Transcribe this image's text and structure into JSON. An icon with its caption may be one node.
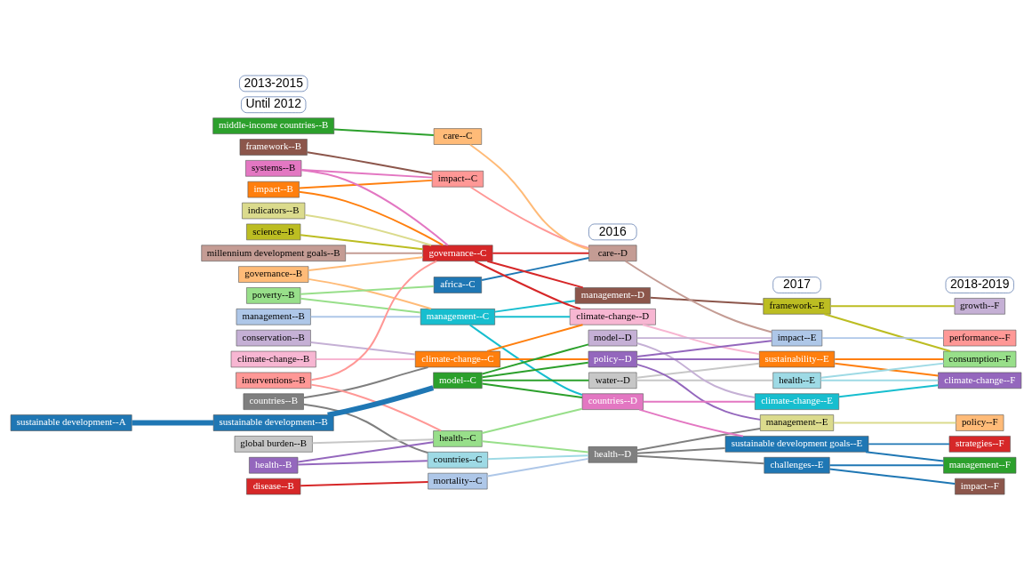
{
  "diagram": {
    "nodes": [
      {
        "text": [
          "sustainable development--A"
        ]
      },
      {
        "text": [
          "conservation--B"
        ]
      },
      {
        "text": [
          "governance--B"
        ]
      },
      {
        "text": [
          "poverty--B"
        ]
      },
      {
        "text": [
          "millennium development goals--B"
        ]
      },
      {
        "text": [
          "management--B"
        ]
      },
      {
        "text": [
          "climate-change--B"
        ]
      },
      {
        "text": [
          "impact--B"
        ]
      },
      {
        "text": [
          "disease--B"
        ]
      },
      {
        "text": [
          "countries--B"
        ]
      },
      {
        "text": [
          "systems--B"
        ]
      },
      {
        "text": [
          "indicators--B"
        ]
      },
      {
        "text": [
          "interventions--B"
        ]
      },
      {
        "text": [
          "framework--B"
        ]
      },
      {
        "text": [
          "science--B"
        ]
      },
      {
        "text": [
          "middle-income countries--B"
        ]
      },
      {
        "text": [
          "health--B"
        ]
      },
      {
        "text": [
          "global burden--B"
        ]
      },
      {
        "text": [
          "sustainable development--B"
        ]
      },
      {
        "text": [
          "management--C"
        ]
      },
      {
        "text": [
          "climate-change--C"
        ]
      },
      {
        "text": [
          "africa--C"
        ]
      },
      {
        "text": [
          "governance--C"
        ]
      },
      {
        "text": [
          "mortality--C"
        ]
      },
      {
        "text": [
          "impact--C"
        ]
      },
      {
        "text": [
          "countries--C"
        ]
      },
      {
        "text": [
          "care--C"
        ]
      },
      {
        "text": [
          "health--C"
        ]
      },
      {
        "text": [
          "model--C"
        ]
      },
      {
        "text": [
          "climate-change--D"
        ]
      },
      {
        "text": [
          "management--D"
        ]
      },
      {
        "text": [
          "care--D"
        ]
      },
      {
        "text": [
          "health--D"
        ]
      },
      {
        "text": [
          "water--D"
        ]
      },
      {
        "text": [
          "model--D"
        ]
      },
      {
        "text": [
          "policy--D"
        ]
      },
      {
        "text": [
          "countries--D"
        ]
      },
      {
        "text": [
          "sustainability--E"
        ]
      },
      {
        "text": [
          "health--E"
        ]
      },
      {
        "text": [
          "framework--E"
        ]
      },
      {
        "text": [
          "climate-change--E"
        ]
      },
      {
        "text": [
          "impact--E"
        ]
      },
      {
        "text": [
          "management--E"
        ]
      },
      {
        "text": [
          "challenges--E"
        ]
      },
      {
        "text": [
          "sustainable development goals--E"
        ]
      },
      {
        "text": [
          "consumption--F"
        ]
      },
      {
        "text": [
          "growth--F"
        ]
      },
      {
        "text": [
          "climate-change--F"
        ]
      },
      {
        "text": [
          "performance--F"
        ]
      },
      {
        "text": [
          "policy--F"
        ]
      },
      {
        "text": [
          "impact--F"
        ]
      },
      {
        "text": [
          "strategies--F"
        ]
      },
      {
        "text": [
          "management--F"
        ]
      },
      {
        "text": [
          "Until 2012"
        ]
      },
      {
        "text": [
          "2013-2015"
        ]
      },
      {
        "text": [
          "2016"
        ]
      },
      {
        "text": [
          "2017"
        ]
      },
      {
        "text": [
          "2018-2019"
        ]
      }
    ],
    "edges": [
      {
        "from": 0,
        "to": 18,
        "arrow": "none",
        "style": "thick",
        "color": "#1f77b4"
      },
      {
        "from": 1,
        "to": 20,
        "arrow": "none",
        "color": "#c5b0d5"
      },
      {
        "from": 2,
        "to": 19,
        "arrow": "none",
        "color": "#ffbb78"
      },
      {
        "from": 2,
        "to": 22,
        "arrow": "none",
        "color": "#ffbb78"
      },
      {
        "from": 3,
        "to": 19,
        "arrow": "none",
        "color": "#98df8a"
      },
      {
        "from": 3,
        "to": 21,
        "arrow": "none",
        "color": "#98df8a"
      },
      {
        "from": 4,
        "to": 22,
        "arrow": "none",
        "color": "#c49c94"
      },
      {
        "from": 5,
        "to": 19,
        "arrow": "none",
        "color": "#aec7e8"
      },
      {
        "from": 6,
        "to": 20,
        "arrow": "none",
        "color": "#f7b6d2"
      },
      {
        "from": 7,
        "to": 22,
        "arrow": "none",
        "color": "#ff7f0e"
      },
      {
        "from": 7,
        "to": 24,
        "arrow": "none",
        "color": "#ff7f0e"
      },
      {
        "from": 8,
        "to": 23,
        "arrow": "none",
        "color": "#d62728"
      },
      {
        "from": 9,
        "to": 20,
        "arrow": "none",
        "color": "#7f7f7f"
      },
      {
        "from": 9,
        "to": 25,
        "arrow": "none",
        "color": "#7f7f7f"
      },
      {
        "from": 10,
        "to": 22,
        "arrow": "none",
        "color": "#e377c2"
      },
      {
        "from": 10,
        "to": 24,
        "arrow": "none",
        "color": "#e377c2"
      },
      {
        "from": 11,
        "to": 22,
        "arrow": "none",
        "color": "#dbdb8d"
      },
      {
        "from": 12,
        "to": 22,
        "arrow": "none",
        "color": "#ff9896"
      },
      {
        "from": 12,
        "to": 27,
        "arrow": "none",
        "color": "#ff9896"
      },
      {
        "from": 13,
        "to": 24,
        "arrow": "none",
        "color": "#8c564b"
      },
      {
        "from": 14,
        "to": 22,
        "arrow": "none",
        "color": "#bcbd22"
      },
      {
        "from": 15,
        "to": 26,
        "arrow": "none",
        "color": "#2ca02c"
      },
      {
        "from": 16,
        "to": 25,
        "arrow": "none",
        "color": "#9467bd"
      },
      {
        "from": 16,
        "to": 27,
        "arrow": "none",
        "color": "#9467bd"
      },
      {
        "from": 17,
        "to": 27,
        "arrow": "none",
        "color": "#c7c7c7"
      },
      {
        "from": 18,
        "to": 28,
        "arrow": "none",
        "style": "thick",
        "color": "#1f77b4"
      },
      {
        "from": 19,
        "to": 29,
        "arrow": "none",
        "color": "#17becf"
      },
      {
        "from": 19,
        "to": 30,
        "arrow": "none",
        "color": "#17becf"
      },
      {
        "from": 19,
        "to": 36,
        "arrow": "none",
        "color": "#17becf"
      },
      {
        "from": 20,
        "to": 29,
        "arrow": "none",
        "color": "#ff7f0e"
      },
      {
        "from": 20,
        "to": 35,
        "arrow": "none",
        "color": "#ff7f0e"
      },
      {
        "from": 21,
        "to": 31,
        "arrow": "none",
        "color": "#1f77b4"
      },
      {
        "from": 22,
        "to": 29,
        "arrow": "none",
        "color": "#d62728"
      },
      {
        "from": 22,
        "to": 30,
        "arrow": "none",
        "color": "#d62728"
      },
      {
        "from": 22,
        "to": 31,
        "arrow": "none",
        "color": "#d62728"
      },
      {
        "from": 23,
        "to": 32,
        "arrow": "none",
        "color": "#aec7e8"
      },
      {
        "from": 24,
        "to": 31,
        "arrow": "none",
        "color": "#ff9896"
      },
      {
        "from": 25,
        "to": 32,
        "arrow": "none",
        "color": "#9edae5"
      },
      {
        "from": 26,
        "to": 31,
        "arrow": "none",
        "color": "#ffbb78"
      },
      {
        "from": 27,
        "to": 32,
        "arrow": "none",
        "color": "#98df8a"
      },
      {
        "from": 27,
        "to": 36,
        "arrow": "none",
        "color": "#98df8a"
      },
      {
        "from": 28,
        "to": 33,
        "arrow": "none",
        "color": "#2ca02c"
      },
      {
        "from": 28,
        "to": 34,
        "arrow": "none",
        "color": "#2ca02c"
      },
      {
        "from": 28,
        "to": 35,
        "arrow": "none",
        "color": "#2ca02c"
      },
      {
        "from": 28,
        "to": 36,
        "arrow": "none",
        "color": "#2ca02c"
      },
      {
        "from": 29,
        "to": 37,
        "arrow": "none",
        "color": "#f7b6d2"
      },
      {
        "from": 30,
        "to": 39,
        "arrow": "none",
        "color": "#8c564b"
      },
      {
        "from": 31,
        "to": 41,
        "arrow": "none",
        "color": "#c49c94"
      },
      {
        "from": 32,
        "to": 42,
        "arrow": "none",
        "color": "#7f7f7f"
      },
      {
        "from": 32,
        "to": 43,
        "arrow": "none",
        "color": "#7f7f7f"
      },
      {
        "from": 32,
        "to": 44,
        "arrow": "none",
        "color": "#7f7f7f"
      },
      {
        "from": 33,
        "to": 37,
        "arrow": "none",
        "color": "#c7c7c7"
      },
      {
        "from": 33,
        "to": 38,
        "arrow": "none",
        "color": "#c7c7c7"
      },
      {
        "from": 34,
        "to": 40,
        "arrow": "none",
        "color": "#c5b0d5"
      },
      {
        "from": 34,
        "to": 41,
        "arrow": "none",
        "color": "#c5b0d5"
      },
      {
        "from": 35,
        "to": 37,
        "arrow": "none",
        "color": "#9467bd"
      },
      {
        "from": 35,
        "to": 41,
        "arrow": "none",
        "color": "#9467bd"
      },
      {
        "from": 35,
        "to": 42,
        "arrow": "none",
        "color": "#9467bd"
      },
      {
        "from": 36,
        "to": 40,
        "arrow": "none",
        "color": "#e377c2"
      },
      {
        "from": 36,
        "to": 44,
        "arrow": "none",
        "color": "#e377c2"
      },
      {
        "from": 37,
        "to": 45,
        "arrow": "none",
        "color": "#ff7f0e"
      },
      {
        "from": 37,
        "to": 47,
        "arrow": "none",
        "color": "#ff7f0e"
      },
      {
        "from": 38,
        "to": 45,
        "arrow": "none",
        "color": "#9edae5"
      },
      {
        "from": 38,
        "to": 47,
        "arrow": "none",
        "color": "#9edae5"
      },
      {
        "from": 39,
        "to": 45,
        "arrow": "none",
        "color": "#bcbd22"
      },
      {
        "from": 39,
        "to": 46,
        "arrow": "none",
        "color": "#bcbd22"
      },
      {
        "from": 40,
        "to": 47,
        "arrow": "none",
        "color": "#17becf"
      },
      {
        "from": 41,
        "to": 48,
        "arrow": "none",
        "color": "#aec7e8"
      },
      {
        "from": 42,
        "to": 49,
        "arrow": "none",
        "color": "#dbdb8d"
      },
      {
        "from": 43,
        "to": 50,
        "arrow": "none",
        "color": "#1f77b4"
      },
      {
        "from": 43,
        "to": 52,
        "arrow": "none",
        "color": "#1f77b4"
      },
      {
        "from": 44,
        "to": 51,
        "arrow": "none",
        "color": "#1f77b4"
      },
      {
        "from": 44,
        "to": 52,
        "arrow": "none",
        "color": "#1f77b4"
      }
    ]
  }
}
